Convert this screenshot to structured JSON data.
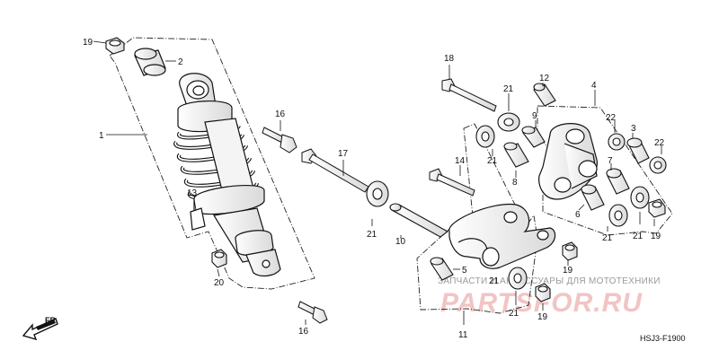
{
  "diagram": {
    "diagram_code": "HSJ3-F1900",
    "front_indicator": "FR.",
    "watermark_caption": "ЗАПЧАСТИ И АКСЕССУАРЫ ДЛЯ МОТОТЕХНИКИ",
    "watermark_brand": "PARTSFOR.RU",
    "watermark_color": "#e9a4a4",
    "callouts": {
      "c1": "1",
      "c2": "2",
      "c3": "3",
      "c4": "4",
      "c5": "5",
      "c6": "6",
      "c7": "7",
      "c8": "8",
      "c9": "9",
      "c10": "10",
      "c11": "11",
      "c12": "12",
      "c13": "13",
      "c14": "14",
      "c16a": "16",
      "c16b": "16",
      "c17": "17",
      "c18": "18",
      "c19a": "19",
      "c19b": "19",
      "c19c": "19",
      "c19d": "19",
      "c20": "20",
      "c21a": "21",
      "c21b": "21",
      "c21c": "21",
      "c21d": "21",
      "c21e": "21",
      "c21f": "21",
      "c21g": "21",
      "c22a": "22",
      "c22b": "22"
    }
  }
}
